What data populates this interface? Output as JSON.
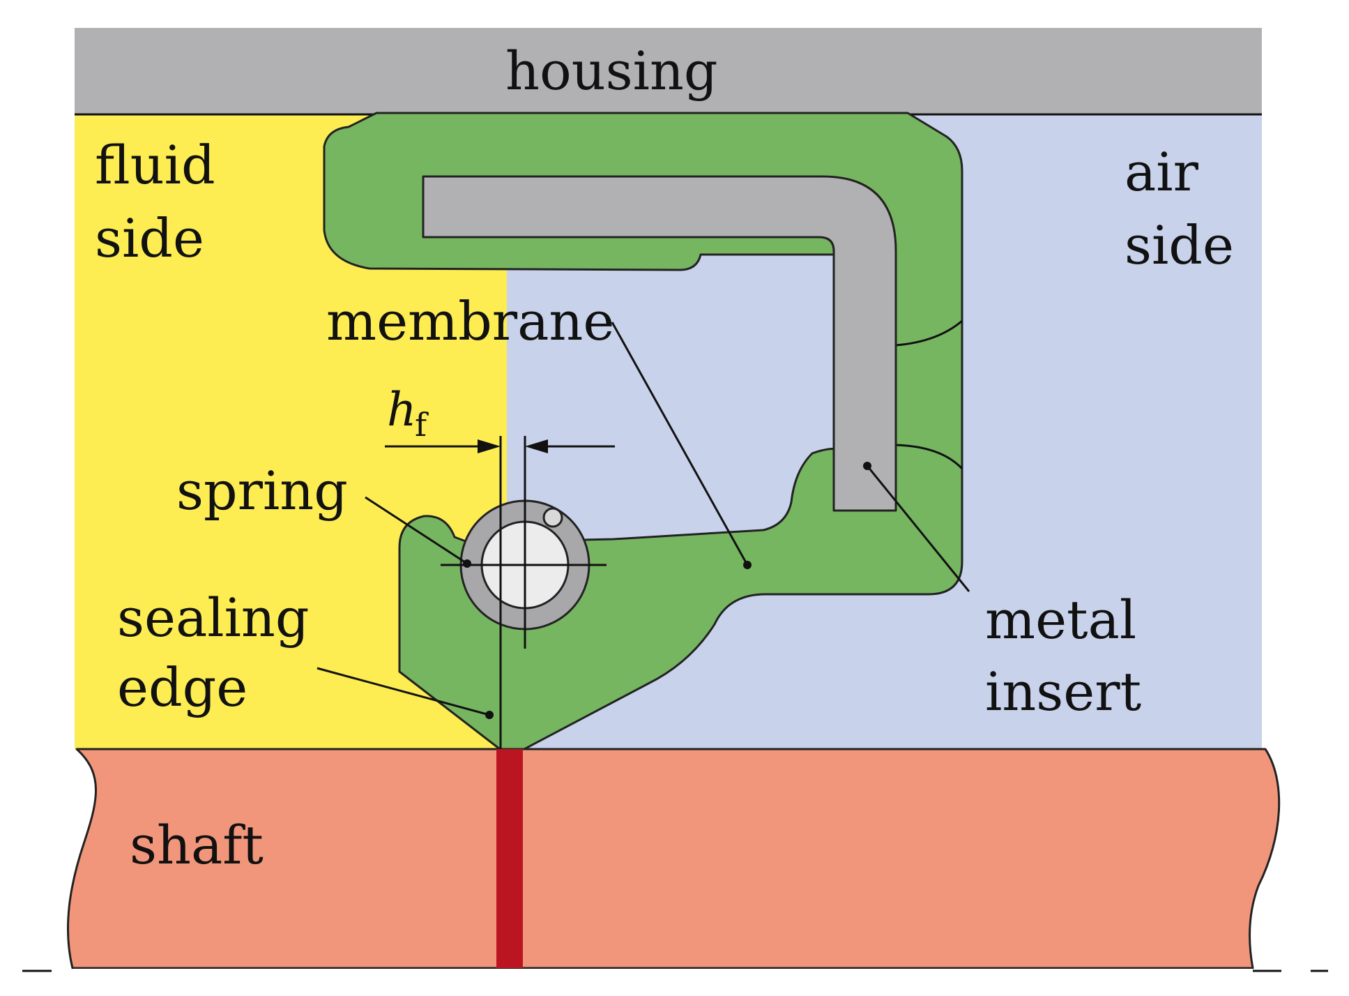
{
  "colors": {
    "housing": "#b1b1b3",
    "fluid_side": "#fdec52",
    "air_side": "#c8d2ea",
    "seal_rubber": "#77b661",
    "metal_insert": "#b1b1b3",
    "shaft": "#f2967b",
    "contact_band": "#bc1522",
    "spring_ring": "#a8a8ab",
    "spring_core": "#ececec"
  },
  "labels": {
    "housing": "housing",
    "fluid_side": [
      "fluid",
      "side"
    ],
    "air_side": [
      "air",
      "side"
    ],
    "membrane": "membrane",
    "spring": "spring",
    "sealing_edge": [
      "sealing",
      "edge"
    ],
    "metal_insert": [
      "metal",
      "insert"
    ],
    "shaft": "shaft",
    "dimension_symbol": "h",
    "dimension_subscript": "f"
  }
}
